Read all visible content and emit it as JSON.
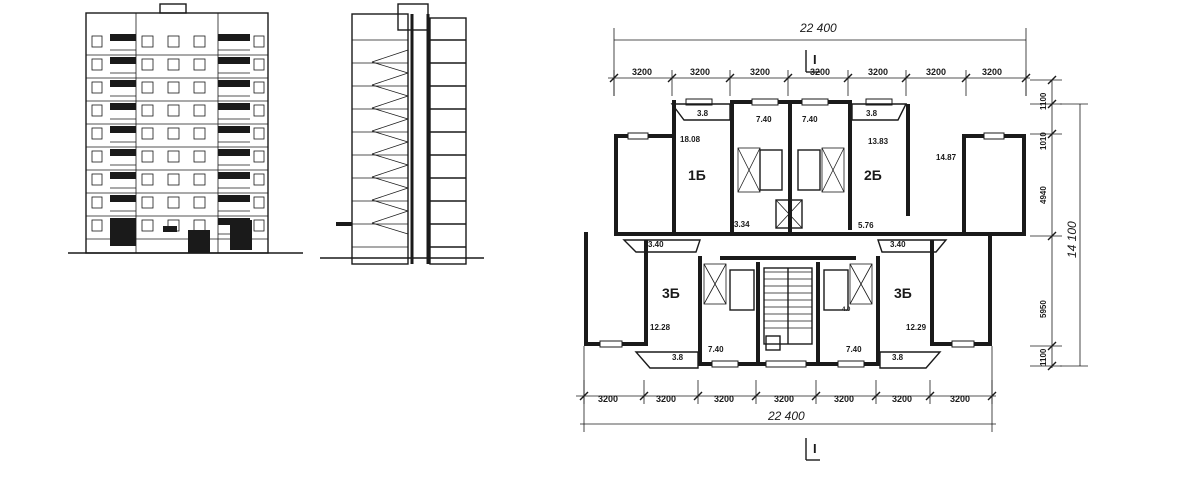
{
  "plan": {
    "total_width_top": "22 400",
    "total_width_bottom": "22 400",
    "total_depth": "14 100",
    "module_dims_top": [
      "3200",
      "3200",
      "3200",
      "3200",
      "3200",
      "3200",
      "3200"
    ],
    "module_dims_bottom": [
      "3200",
      "3200",
      "3200",
      "3200",
      "3200",
      "3200",
      "3200"
    ],
    "right_dims": [
      "1100",
      "1010",
      "4940",
      "5950",
      "1100"
    ],
    "apartment_labels": [
      "1Б",
      "2Б",
      "3Б",
      "3Б"
    ],
    "room_areas": {
      "apt1_loggia": "3.8",
      "apt1_room": "18.08",
      "apt1_kitchen": "7.40",
      "apt1_hall": "3.34",
      "apt2_loggia": "3.8",
      "apt2_room_a": "13.83",
      "apt2_room_b": "14.87",
      "apt2_kitchen": "7.40",
      "apt2_hall": "5.76",
      "apt3l_loggia_top": "3.40",
      "apt3l_room": "12.28",
      "apt3l_kitchen": "7.40",
      "apt3l_loggia_bottom": "3.8",
      "apt3r_loggia_top": "3.40",
      "apt3r_room": "12.29",
      "apt3r_kitchen": "7.40",
      "apt3r_loggia_bottom": "3.8",
      "small_bath": "4.0"
    },
    "section_mark": "I"
  }
}
